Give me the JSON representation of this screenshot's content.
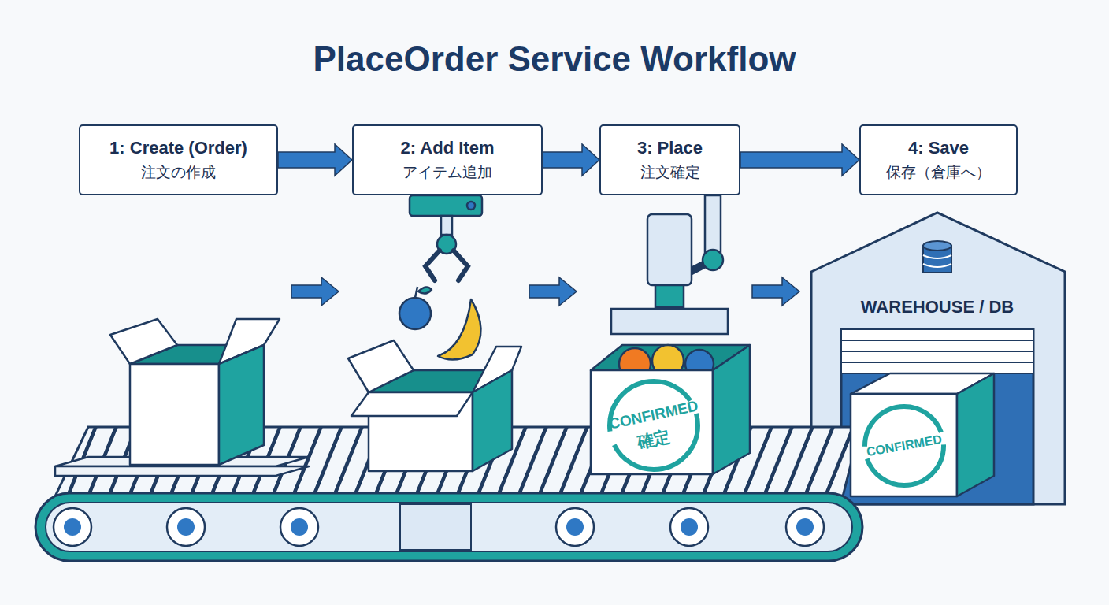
{
  "diagram": {
    "title": "PlaceOrder Service Workflow",
    "nodes": [
      {
        "text": [
          "1: Create (Order)",
          "注文の作成"
        ]
      },
      {
        "text": [
          "2: Add Item",
          "アイテム追加"
        ]
      },
      {
        "text": [
          "3: Place",
          "注文確定"
        ]
      },
      {
        "text": [
          "4: Save",
          "保存（倉庫へ）"
        ]
      }
    ],
    "edges": [
      {
        "from": 0,
        "to": 1,
        "arrow": "to"
      },
      {
        "from": 1,
        "to": 2,
        "arrow": "to"
      },
      {
        "from": 2,
        "to": 3,
        "arrow": "to"
      }
    ],
    "labels": [
      "WAREHOUSE / DB",
      "CONFIRMED",
      "確定",
      "CONFIRMED"
    ]
  }
}
